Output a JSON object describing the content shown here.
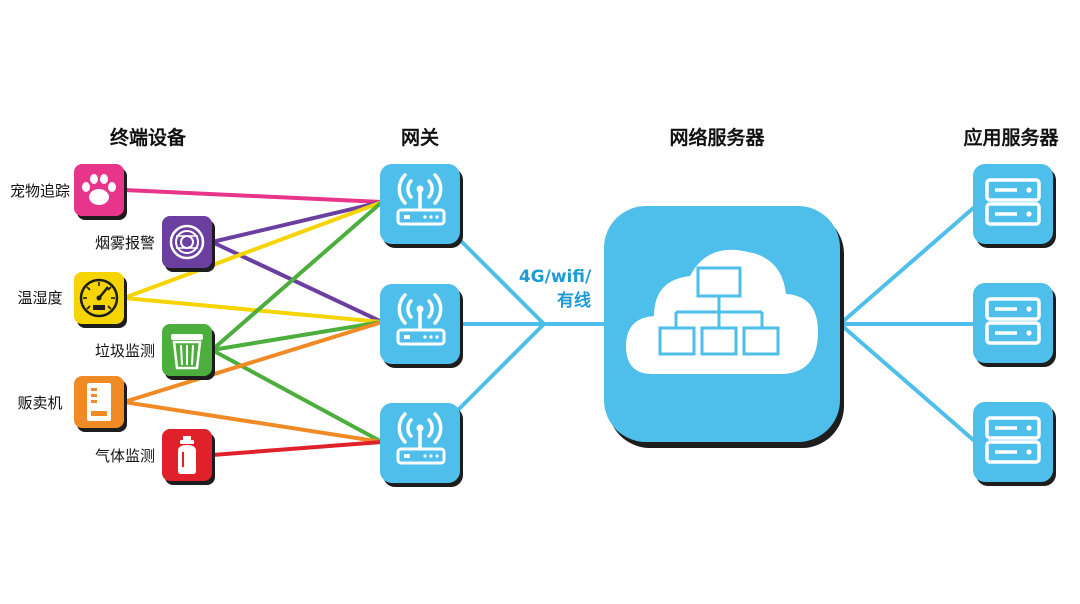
{
  "columns": {
    "devices": "终端设备",
    "gateway": "网关",
    "network_server": "网络服务器",
    "app_server": "应用服务器"
  },
  "link_label": {
    "line1": "4G/wifi/",
    "line2": "有线"
  },
  "devices": [
    {
      "label": "宠物追踪",
      "icon": "paw-icon",
      "color": "#e8358c"
    },
    {
      "label": "烟雾报警",
      "icon": "smoke-detector-icon",
      "color": "#6b3fa0"
    },
    {
      "label": "温湿度",
      "icon": "gauge-icon",
      "color": "#f5d400"
    },
    {
      "label": "垃圾监测",
      "icon": "trash-bin-icon",
      "color": "#4cae3c"
    },
    {
      "label": "贩卖机",
      "icon": "vending-machine-icon",
      "color": "#f08a24"
    },
    {
      "label": "气体监测",
      "icon": "gas-cylinder-icon",
      "color": "#e0202a"
    }
  ],
  "gateways": [
    {
      "icon": "router-icon"
    },
    {
      "icon": "router-icon"
    },
    {
      "icon": "router-icon"
    }
  ],
  "servers": [
    {
      "icon": "server-icon"
    },
    {
      "icon": "server-icon"
    },
    {
      "icon": "server-icon"
    }
  ],
  "cloud": {
    "icon": "cloud-network-icon"
  },
  "colors": {
    "accent": "#4dbfea",
    "accent_dark": "#1e9bd7",
    "dark_shadow": "#1d1d1d"
  }
}
